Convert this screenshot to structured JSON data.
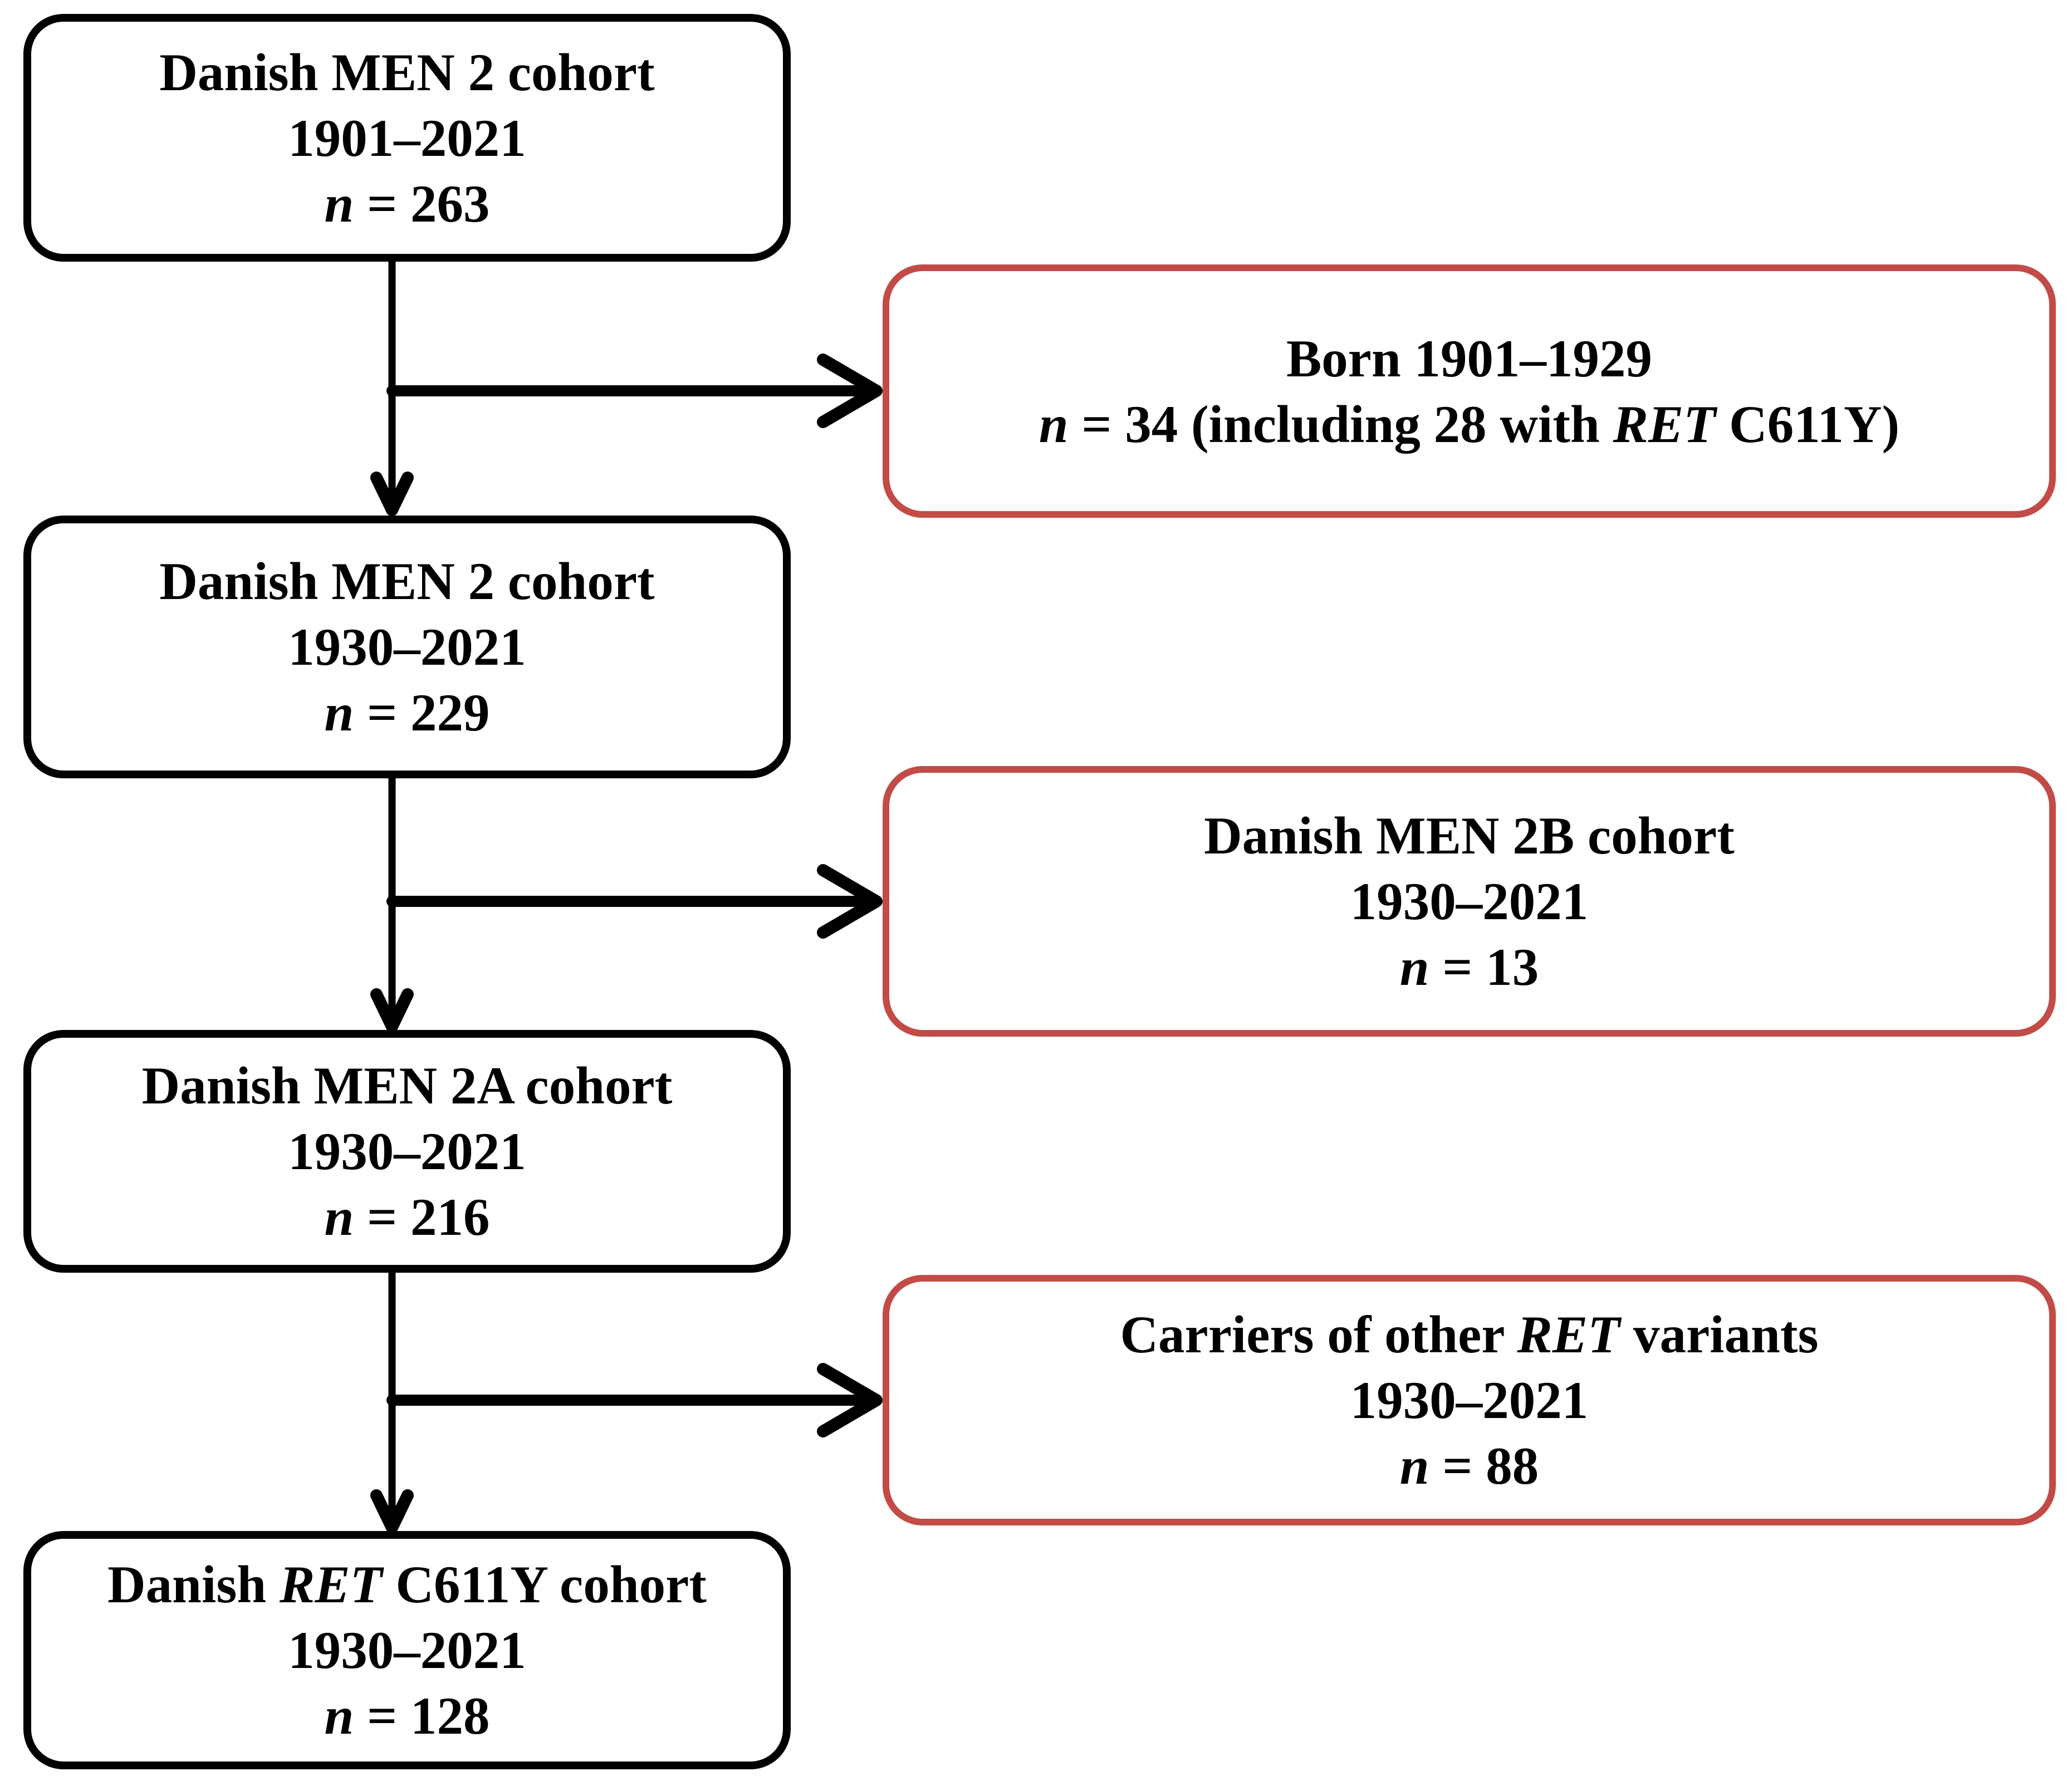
{
  "figure": {
    "type": "flowchart",
    "description": "Cohort selection flow diagram",
    "left_column": [
      {
        "name": "danish-men2-cohort-1901-2021",
        "lines": [
          [
            {
              "t": "Danish MEN 2 cohort"
            }
          ],
          [
            {
              "t": "1901–2021"
            }
          ],
          [
            {
              "t": "n",
              "i": true
            },
            {
              "t": " = 263"
            }
          ]
        ]
      },
      {
        "name": "danish-men2-cohort-1930-2021",
        "lines": [
          [
            {
              "t": "Danish MEN 2 cohort"
            }
          ],
          [
            {
              "t": "1930–2021"
            }
          ],
          [
            {
              "t": "n",
              "i": true
            },
            {
              "t": " = 229"
            }
          ]
        ]
      },
      {
        "name": "danish-men2a-cohort-1930-2021",
        "lines": [
          [
            {
              "t": "Danish MEN 2A cohort"
            }
          ],
          [
            {
              "t": "1930–2021"
            }
          ],
          [
            {
              "t": "n",
              "i": true
            },
            {
              "t": " = 216"
            }
          ]
        ]
      },
      {
        "name": "danish-ret-c611y-cohort-1930-2021",
        "lines": [
          [
            {
              "t": "Danish "
            },
            {
              "t": "RET",
              "i": true
            },
            {
              "t": " C611Y cohort"
            }
          ],
          [
            {
              "t": "1930–2021"
            }
          ],
          [
            {
              "t": "n",
              "i": true
            },
            {
              "t": " = 128"
            }
          ]
        ]
      }
    ],
    "right_column": [
      {
        "name": "excluded-born-1901-1929",
        "lines": [
          [
            {
              "t": "Born 1901–1929"
            }
          ],
          [
            {
              "t": "n",
              "i": true
            },
            {
              "t": " = 34 (including 28 with "
            },
            {
              "t": "RET",
              "i": true
            },
            {
              "t": " C611Y)"
            }
          ]
        ]
      },
      {
        "name": "excluded-danish-men2b-cohort-1930-2021",
        "lines": [
          [
            {
              "t": "Danish MEN 2B cohort"
            }
          ],
          [
            {
              "t": "1930–2021"
            }
          ],
          [
            {
              "t": "n",
              "i": true
            },
            {
              "t": " = 13"
            }
          ]
        ]
      },
      {
        "name": "excluded-carriers-other-ret-variants",
        "lines": [
          [
            {
              "t": "Carriers of other "
            },
            {
              "t": "RET",
              "i": true
            },
            {
              "t": " variants"
            }
          ],
          [
            {
              "t": "1930–2021"
            }
          ],
          [
            {
              "t": "n",
              "i": true
            },
            {
              "t": " = 88"
            }
          ]
        ]
      }
    ],
    "colors": {
      "background": "#ffffff",
      "text": "#000000",
      "box_border_black": "#000000",
      "box_border_red": "#c24b47",
      "arrow": "#000000"
    }
  }
}
